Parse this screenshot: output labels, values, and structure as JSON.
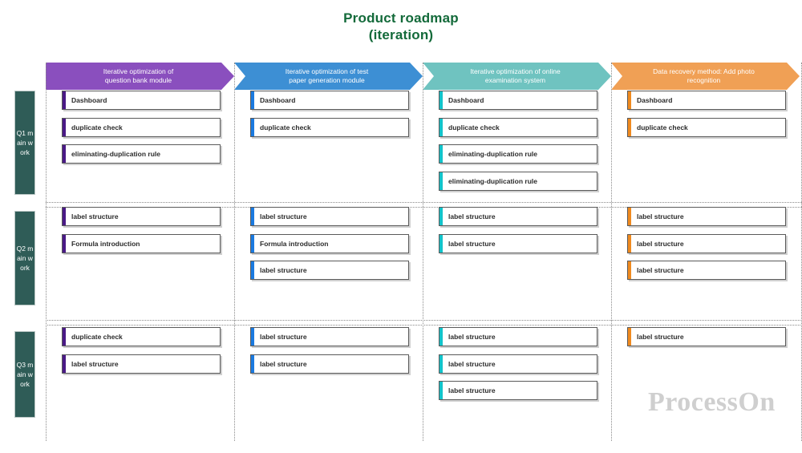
{
  "title": {
    "line1": "Product roadmap",
    "line2": "(iteration)",
    "color": "#136a3a"
  },
  "watermark": {
    "text": "ProcessOn"
  },
  "columns": [
    {
      "id": "col1",
      "label_line1": "Iterative optimization of",
      "label_line2": "question bank module",
      "color": "#8a4fbe",
      "accent": "#4a1a86"
    },
    {
      "id": "col2",
      "label_line1": "Iterative optimization of test",
      "label_line2": "paper generation module",
      "color": "#3d8fd4",
      "accent": "#1a7ae0"
    },
    {
      "id": "col3",
      "label_line1": "Iterative optimization of online",
      "label_line2": "examination system",
      "color": "#6fc3c0",
      "accent": "#12c4cb"
    },
    {
      "id": "col4",
      "label_line1": "Data recovery method: Add photo",
      "label_line2": "recognition",
      "color": "#f0a055",
      "accent": "#ef8a1f"
    }
  ],
  "rows": [
    {
      "id": "q1",
      "label": "Q1 main work"
    },
    {
      "id": "q2",
      "label": "Q2 main work"
    },
    {
      "id": "q3",
      "label": "Q3 main work"
    }
  ],
  "cells": {
    "q1": {
      "col1": [
        "Dashboard",
        "duplicate check",
        "eliminating-duplication rule"
      ],
      "col2": [
        "Dashboard",
        "duplicate check"
      ],
      "col3": [
        "Dashboard",
        "duplicate check",
        "eliminating-duplication rule",
        "eliminating-duplication rule"
      ],
      "col4": [
        "Dashboard",
        "duplicate check"
      ]
    },
    "q2": {
      "col1": [
        "label structure",
        "Formula introduction"
      ],
      "col2": [
        "label structure",
        "Formula introduction",
        "label structure"
      ],
      "col3": [
        "label structure",
        "label structure"
      ],
      "col4": [
        "label structure",
        "label structure",
        "label structure"
      ]
    },
    "q3": {
      "col1": [
        "duplicate check",
        "label structure"
      ],
      "col2": [
        "label structure",
        "label structure"
      ],
      "col3": [
        "label structure",
        "label structure",
        "label structure"
      ],
      "col4": [
        "label structure"
      ]
    }
  }
}
